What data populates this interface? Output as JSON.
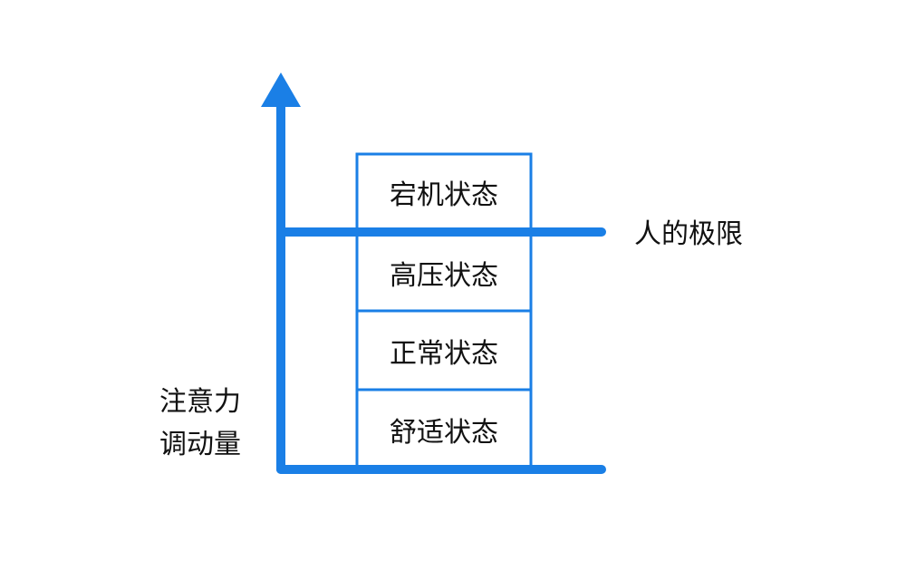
{
  "diagram": {
    "y_axis_label_line1": "注意力",
    "y_axis_label_line2": "调动量",
    "limit_line_label": "人的极限",
    "states": [
      "宕机状态",
      "高压状态",
      "正常状态",
      "舒适状态"
    ]
  },
  "colors": {
    "axis": "#1a7fe6",
    "box_border": "#1a7fe6",
    "text": "#111111"
  }
}
